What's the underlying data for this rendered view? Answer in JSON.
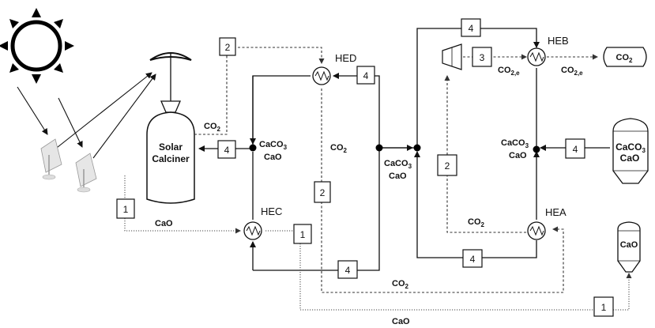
{
  "labels": {
    "solar_calciner_line1": "Solar",
    "solar_calciner_line2": "Calciner",
    "hed": "HED",
    "heb": "HEB",
    "hec": "HEC",
    "hea": "HEA",
    "co2": "CO",
    "co2_sub": "2",
    "co2e_sub": "2,e",
    "caco3": "CaCO",
    "caco3_sub": "3",
    "cao": "CaO",
    "co2_tank": "CO",
    "co2_tank_sub": "2",
    "caco3_silo": "CaCO",
    "caco3_silo_sub": "3",
    "caco3_silo_cao": "CaO",
    "cao_silo": "CaO"
  },
  "streams": {
    "s1": "1",
    "s2": "2",
    "s3": "3",
    "s4": "4"
  }
}
